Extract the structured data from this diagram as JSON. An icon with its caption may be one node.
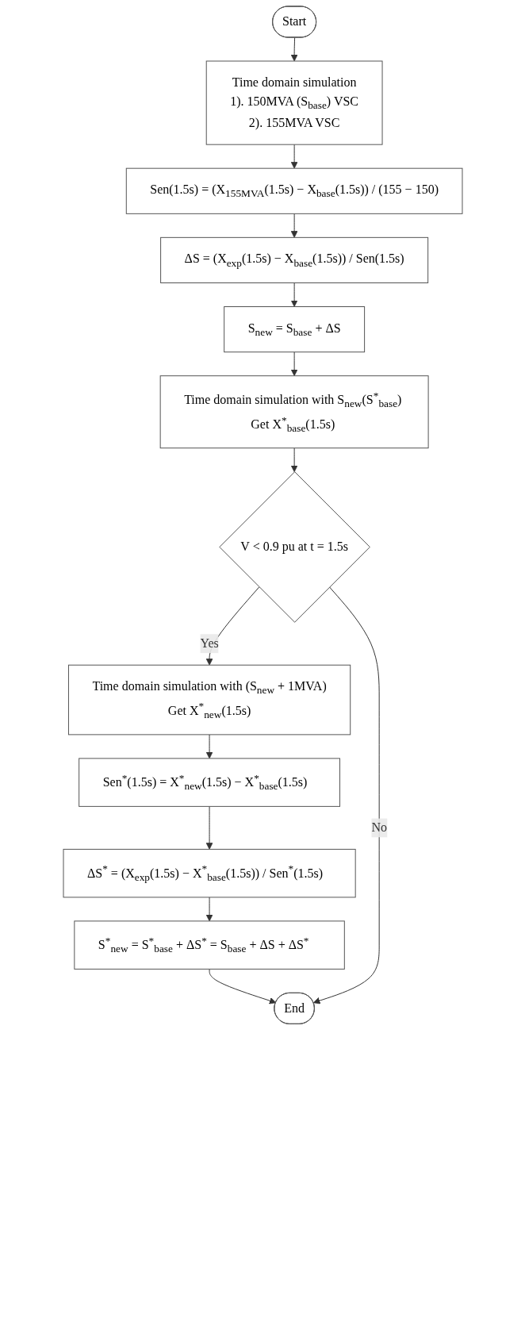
{
  "diagram": {
    "nodes": [
      {
        "text": [
          "Start"
        ]
      },
      {
        "text": [
          "Time domain simulation",
          "1). 150MVA (S$_{base}$) VSC",
          "2). 155MVA VSC"
        ]
      },
      {
        "text": [
          "Sen(1.5s) = (X$_{155MVA}$(1.5s) − X$_{base}$(1.5s)) / (155 − 150)"
        ]
      },
      {
        "text": [
          "ΔS = (X$_{exp}$(1.5s) − X$_{base}$(1.5s)) / Sen(1.5s)"
        ]
      },
      {
        "text": [
          "S$_{new}$ = S$_{base}$ + ΔS"
        ]
      },
      {
        "text": [
          "Time domain simulation with S$_{new}$(S$^{*}$$_{base}$)",
          "Get X$^{*}$$_{base}$(1.5s)"
        ]
      },
      {
        "text": [
          "V < 0.9 pu at t = 1.5s"
        ]
      },
      {
        "text": [
          "Time domain simulation with (S$_{new}$ + 1MVA)",
          "Get X$^{*}$$_{new}$(1.5s)"
        ]
      },
      {
        "text": [
          "Sen$^{*}$(1.5s) = X$^{*}$$_{new}$(1.5s) − X$^{*}$$_{base}$(1.5s)"
        ]
      },
      {
        "text": [
          "ΔS$^{*}$ = (X$_{exp}$(1.5s) − X$^{*}$$_{base}$(1.5s)) / Sen$^{*}$(1.5s)"
        ]
      },
      {
        "text": [
          "S$^{*}$$_{new}$ = S$^{*}$$_{base}$ + ΔS$^{*}$ = S$_{base}$ + ΔS + ΔS$^{*}$"
        ]
      },
      {
        "text": [
          "End"
        ]
      }
    ],
    "edges": [
      {
        "from": 0,
        "to": 1,
        "arrow": "to"
      },
      {
        "from": 1,
        "to": 2,
        "arrow": "to"
      },
      {
        "from": 2,
        "to": 3,
        "arrow": "to"
      },
      {
        "from": 3,
        "to": 4,
        "arrow": "to"
      },
      {
        "from": 4,
        "to": 5,
        "arrow": "to"
      },
      {
        "from": 5,
        "to": 6,
        "arrow": "to"
      },
      {
        "from": 6,
        "to": 7,
        "label": "Yes",
        "arrow": "to"
      },
      {
        "from": 7,
        "to": 8,
        "arrow": "to"
      },
      {
        "from": 8,
        "to": 9,
        "arrow": "to"
      },
      {
        "from": 9,
        "to": 10,
        "arrow": "to"
      },
      {
        "from": 10,
        "to": 11,
        "arrow": "to"
      },
      {
        "from": 6,
        "to": 11,
        "label": "No",
        "arrow": "to"
      }
    ]
  }
}
